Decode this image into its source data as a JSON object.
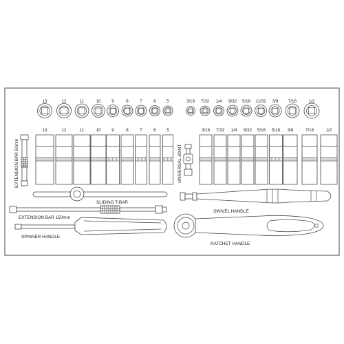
{
  "top_sockets_left": [
    "13",
    "12",
    "11",
    "10",
    "9",
    "8",
    "7",
    "6",
    "5"
  ],
  "top_sockets_right": [
    "3/16",
    "7/32",
    "1/4",
    "9/32",
    "5/16",
    "11/32",
    "3/8",
    "7/16",
    "1/2"
  ],
  "deep_sockets_left": [
    "13",
    "12",
    "11",
    "10",
    "9",
    "8",
    "7",
    "6",
    "5"
  ],
  "deep_sockets_right": [
    "3/16",
    "7/32",
    "1/4",
    "9/32",
    "5/16",
    "5/18",
    "3/8",
    "7/16",
    "1/2"
  ],
  "labels": {
    "extension_50": "EXTENSION BAR 50mm",
    "universal_joint": "UNIVERSAL JOINT",
    "sliding_tbar": "SLIDING T-BAR",
    "extension_150": "EXTENSION BAR 150mm",
    "spinner_handle": "SPINNER HANDLE",
    "swivel_handle": "SWIVEL HANDLE",
    "ratchet_handle": "RATCHET HANDLE"
  }
}
